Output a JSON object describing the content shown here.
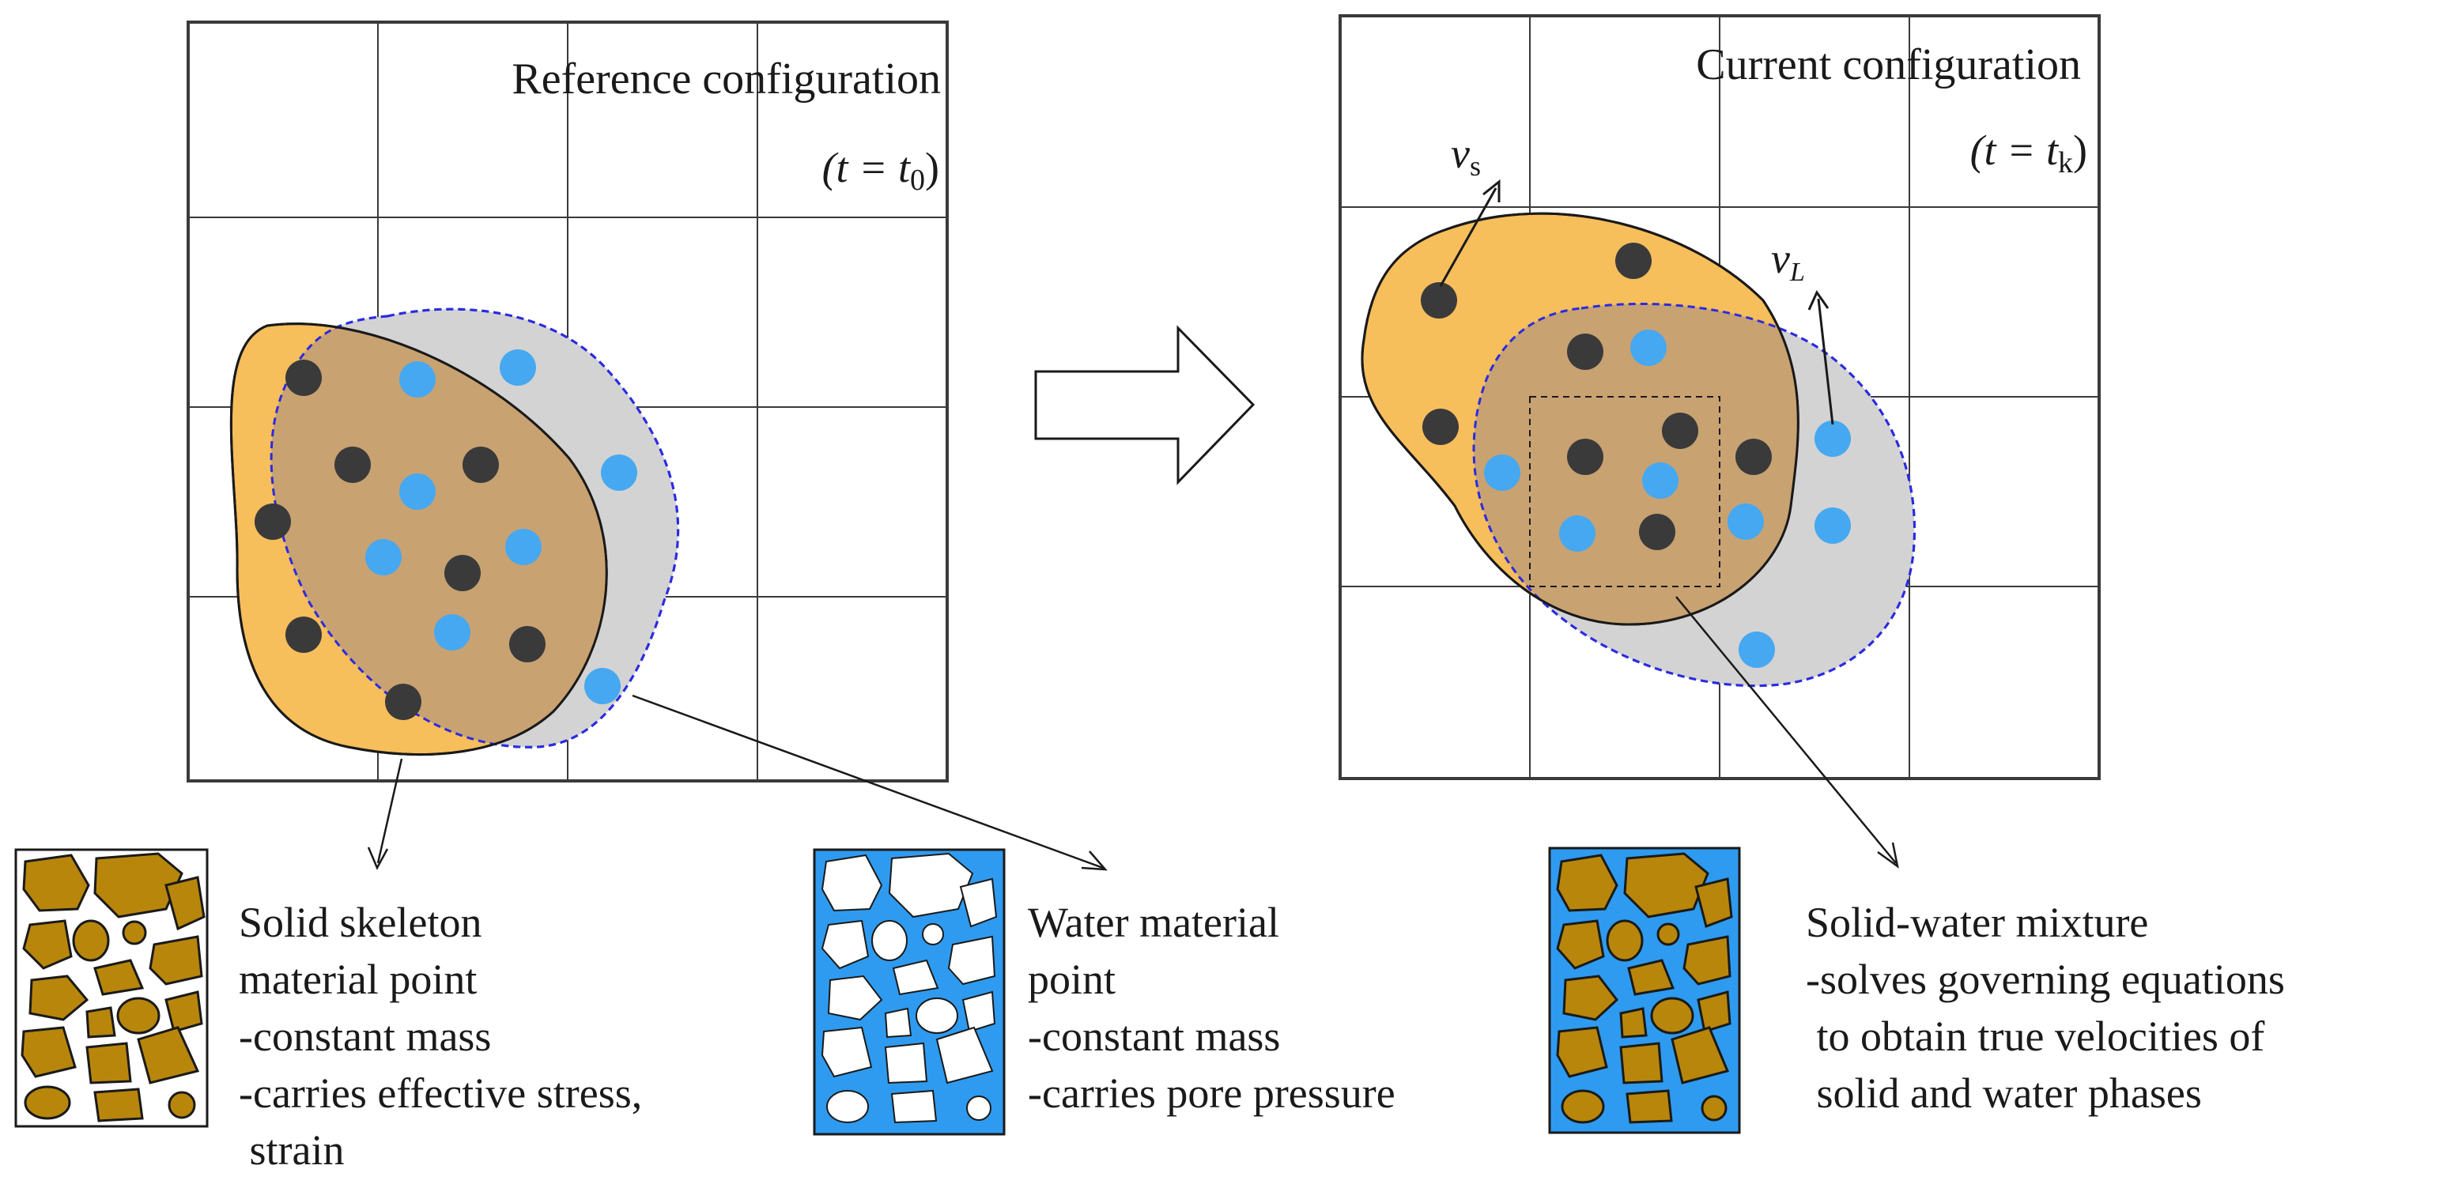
{
  "left_panel": {
    "title": "Reference configuration",
    "time_label": {
      "prefix": "(t = t",
      "sub": "0",
      "suffix": ")"
    }
  },
  "right_panel": {
    "title": "Current configuration",
    "time_label": {
      "prefix": "(t = t",
      "sub": "k",
      "suffix": ")"
    },
    "velocity_solid": {
      "symbol": "v",
      "sub": "s"
    },
    "velocity_liquid": {
      "symbol": "v",
      "sub": "L"
    }
  },
  "legend": {
    "solid": {
      "lines": [
        "Solid skeleton",
        "material point",
        "-constant mass",
        "-carries effective stress,",
        " strain"
      ]
    },
    "water": {
      "lines": [
        "Water material",
        "point",
        "-constant mass",
        "-carries pore pressure"
      ]
    },
    "mixture": {
      "lines": [
        "Solid-water mixture",
        "-solves governing equations",
        " to obtain true velocities of",
        " solid and water phases"
      ]
    }
  },
  "colors": {
    "solid_region": "#F7BE5C",
    "water_region": "#D3D3D3",
    "overlap_region": "#C9A272",
    "solid_point": "#3A3A3A",
    "water_point": "#46A8F0",
    "grain_fill": "#B8860B",
    "water_bg": "#2E9BF0"
  }
}
